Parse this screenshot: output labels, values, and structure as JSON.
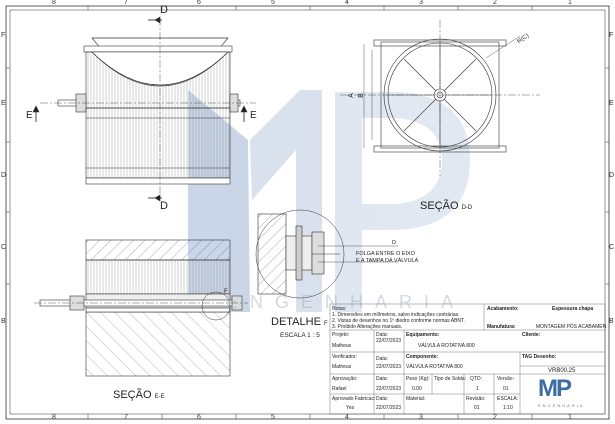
{
  "zones": {
    "top": [
      "8",
      "7",
      "6",
      "5",
      "4",
      "3",
      "2",
      "1"
    ],
    "bottom": [
      "8",
      "7",
      "6",
      "5",
      "4",
      "3",
      "2",
      "1"
    ],
    "left": [
      "F",
      "E",
      "D",
      "C",
      "B"
    ],
    "right": [
      "F",
      "E",
      "D",
      "C",
      "B"
    ]
  },
  "views": {
    "section_letter_top": "D",
    "section_letter_bottom": "D",
    "section_e_left": "E",
    "section_e_right": "E",
    "secao_dd": "SEÇÃO",
    "secao_dd_suffix": "D-D",
    "secao_ee": "SEÇÃO",
    "secao_ee_suffix": "E-E",
    "detalhe": "DETALHE",
    "detalhe_suffix": "F",
    "escala": "ESCALA 1 : 5",
    "detail_marker": "F",
    "dim_a": "A",
    "dim_b": "B",
    "dim_d": "D",
    "radius": "R(C)",
    "folga_line1": "FOLGA ENTRE O EIXO",
    "folga_line2": "E A TAMPA DA VÁLVULA"
  },
  "watermark": {
    "letters": "MP",
    "tagline": "ENGENHARIA"
  },
  "title_block": {
    "notas_label": "Notas:",
    "notas": [
      "1. Dimensões em milímetros, salvo indicações contrárias.",
      "2. Vistas de desenhos no 1º diedro conforme normas ABNT.",
      "3. Proibido Alterações manuais."
    ],
    "acabamento_label": "Acabamento:",
    "espessura_label": "Espessura chapa",
    "manufatura_label": "Manufatura:",
    "manufatura_value": "MONTAGEM PÓS ACABAMEN",
    "cliente_label": "Cliente:",
    "projeto_label": "Projeto:",
    "projeto_value": "Matheus",
    "data_label": "Data:",
    "data1": "22/07/2023",
    "equip_label": "Equipamento:",
    "equip_value": "VÁLVULA ROTATIVA 800",
    "verificador_label": "Verificador:",
    "verificador_value": "Matheus",
    "data2": "22/07/2023",
    "componente_label": "Componente:",
    "componente_value": "VÁLVULA ROTATIVA 800",
    "tag_label": "TAG Desenho:",
    "tag_value": "VRB00.25",
    "aprovacao_label": "Aprovação:",
    "aprovacao_value": "Rafael",
    "data3": "22/07/2023",
    "peso_label": "Peso (Kg):",
    "peso_value": "0.00",
    "tipo_solda_label": "Tipo de Solda:",
    "qtd_label": "QTD:",
    "qtd_value": "1",
    "versao_label": "Versão:",
    "versao_value": "01",
    "aprov_fab_label": "Aprovado Fabricac:",
    "aprov_fab_value": "Yes",
    "data4": "22/07/2023",
    "material_label": "Material:",
    "revisao_label": "Revisão:",
    "revisao_value": "01",
    "escala_label": "ESCALA:",
    "escala_value": "1:10",
    "logo_letters": "MP",
    "logo_tagline": "ENGENHARIA"
  }
}
